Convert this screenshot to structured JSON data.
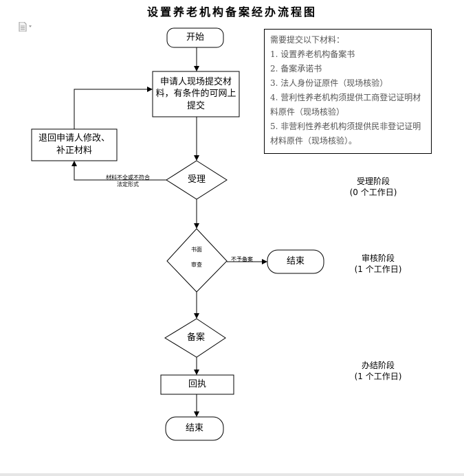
{
  "title": "设置养老机构备案经办流程图",
  "toolbar": {
    "doc_icon": "document-icon"
  },
  "nodes": {
    "start": "开始",
    "submit": "申请人现场提交材料，有条件的可网上提交",
    "return_fix": "退回申请人修改、补正材料",
    "accept": "受理",
    "review_line1": "书面",
    "review_line2": "审查",
    "end_reject": "结束",
    "record": "备案",
    "receipt": "回执",
    "end_final": "结束"
  },
  "edge_labels": {
    "incomplete": "材料不全或不符合法定形式",
    "not_recorded": "不予备案"
  },
  "materials": {
    "header": "需要提交以下材料：",
    "items": [
      "1. 设置养老机构备案书",
      "2. 备案承诺书",
      "3. 法人身份证原件（现场核验）",
      "4. 营利性养老机构须提供工商登记证明材料原件（现场核验）",
      "5. 非营利性养老机构须提供民非登记证明材料原件（现场核验）。"
    ]
  },
  "stages": {
    "accept_name": "受理阶段",
    "accept_days": "(0 个工作日)",
    "review_name": "审核阶段",
    "review_days": "(1 个工作日)",
    "finish_name": "办结阶段",
    "finish_days": "(1 个工作日)"
  }
}
